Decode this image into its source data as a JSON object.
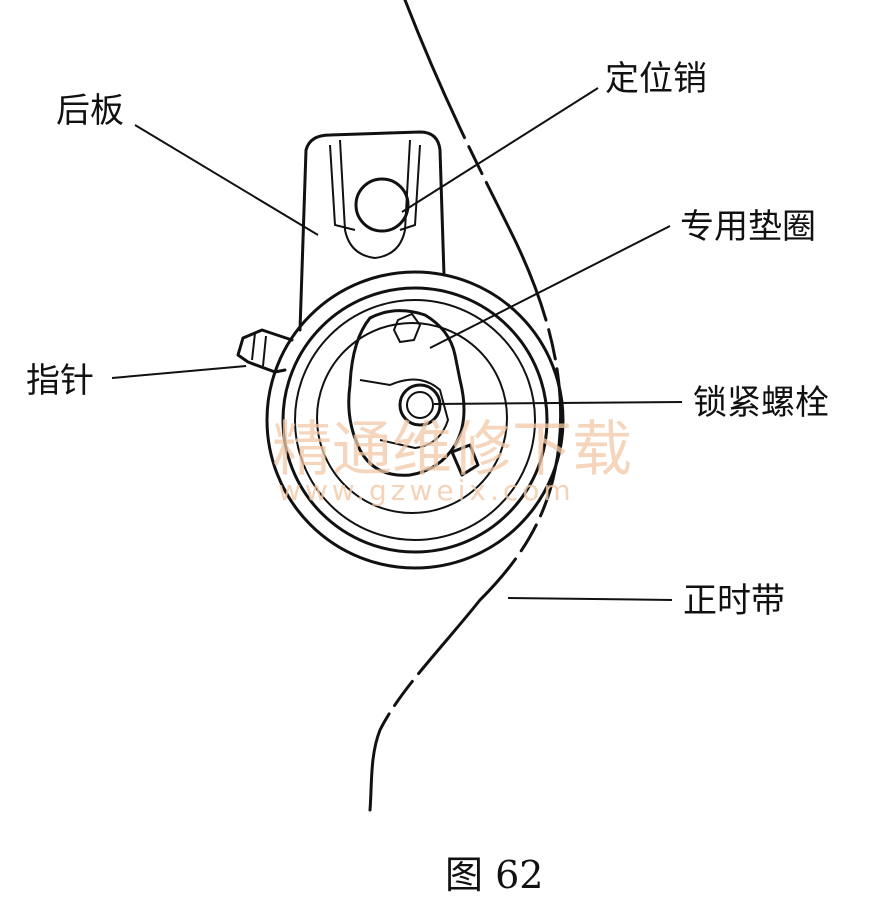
{
  "labels": {
    "back_plate": "后板",
    "locating_pin": "定位销",
    "special_washer": "专用垫圈",
    "pointer": "指针",
    "lock_bolt": "锁紧螺栓",
    "timing_belt": "正时带"
  },
  "caption": "图 62",
  "watermark": {
    "text": "精通维修下载",
    "url": "www.gzweix.com"
  }
}
